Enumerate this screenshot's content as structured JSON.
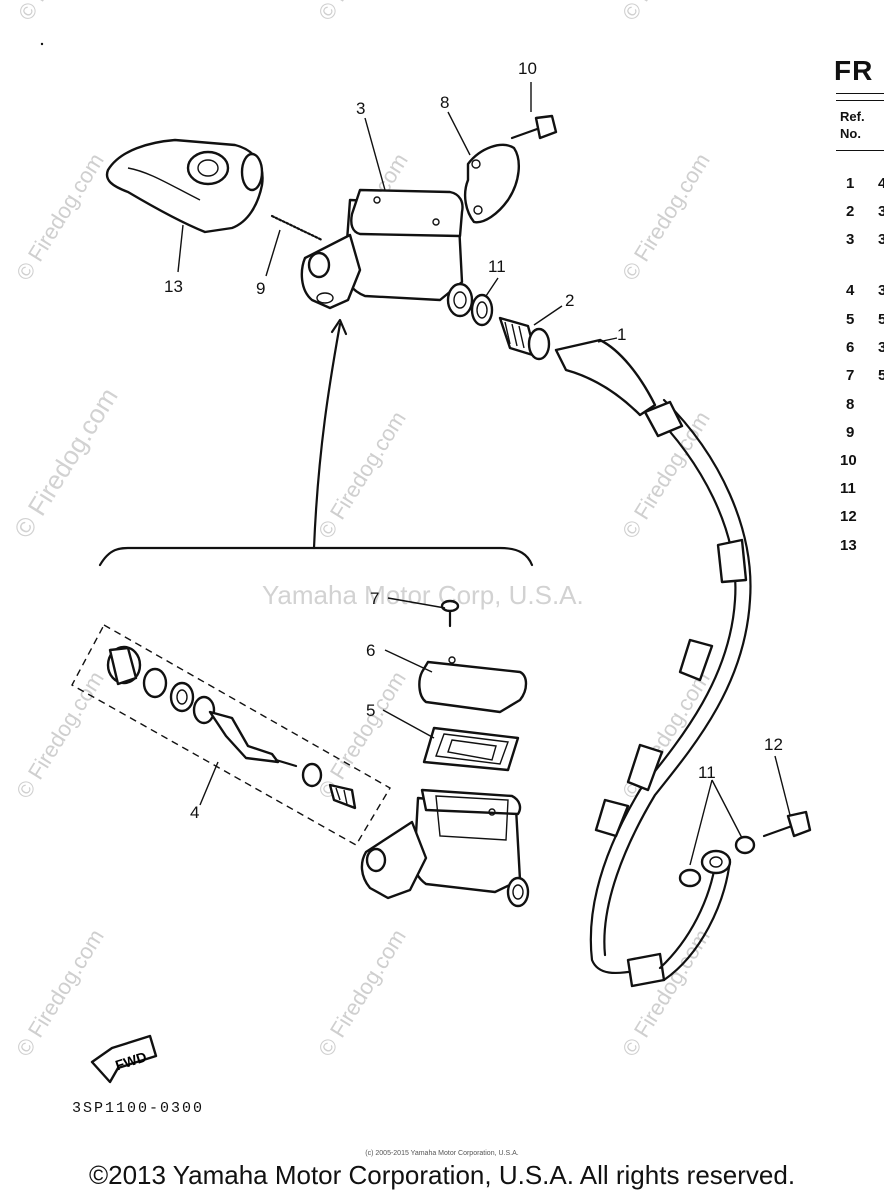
{
  "watermark": {
    "site": "© Firedog.com",
    "center": "Yamaha Motor Corp, U.S.A."
  },
  "callouts": [
    "10",
    "3",
    "8",
    "13",
    "9",
    "11",
    "2",
    "1",
    "7",
    "6",
    "5",
    "4",
    "11",
    "12"
  ],
  "side_panel": {
    "title": "FR",
    "header_ref": "Ref.",
    "header_no": "No.",
    "refs": [
      "1",
      "2",
      "3",
      "4",
      "5",
      "6",
      "7",
      "8",
      "9",
      "10",
      "11",
      "12",
      "13"
    ],
    "ref_fragments": [
      "4",
      "3",
      "3",
      "3",
      "5",
      "3",
      "5"
    ]
  },
  "fwd_label": "FWD",
  "drawing_code": "3SP1100-0300",
  "tiny_note": "(c) 2005-2015 Yamaha Motor Corporation, U.S.A.",
  "footer": "©2013 Yamaha Motor Corporation, U.S.A. All rights reserved."
}
